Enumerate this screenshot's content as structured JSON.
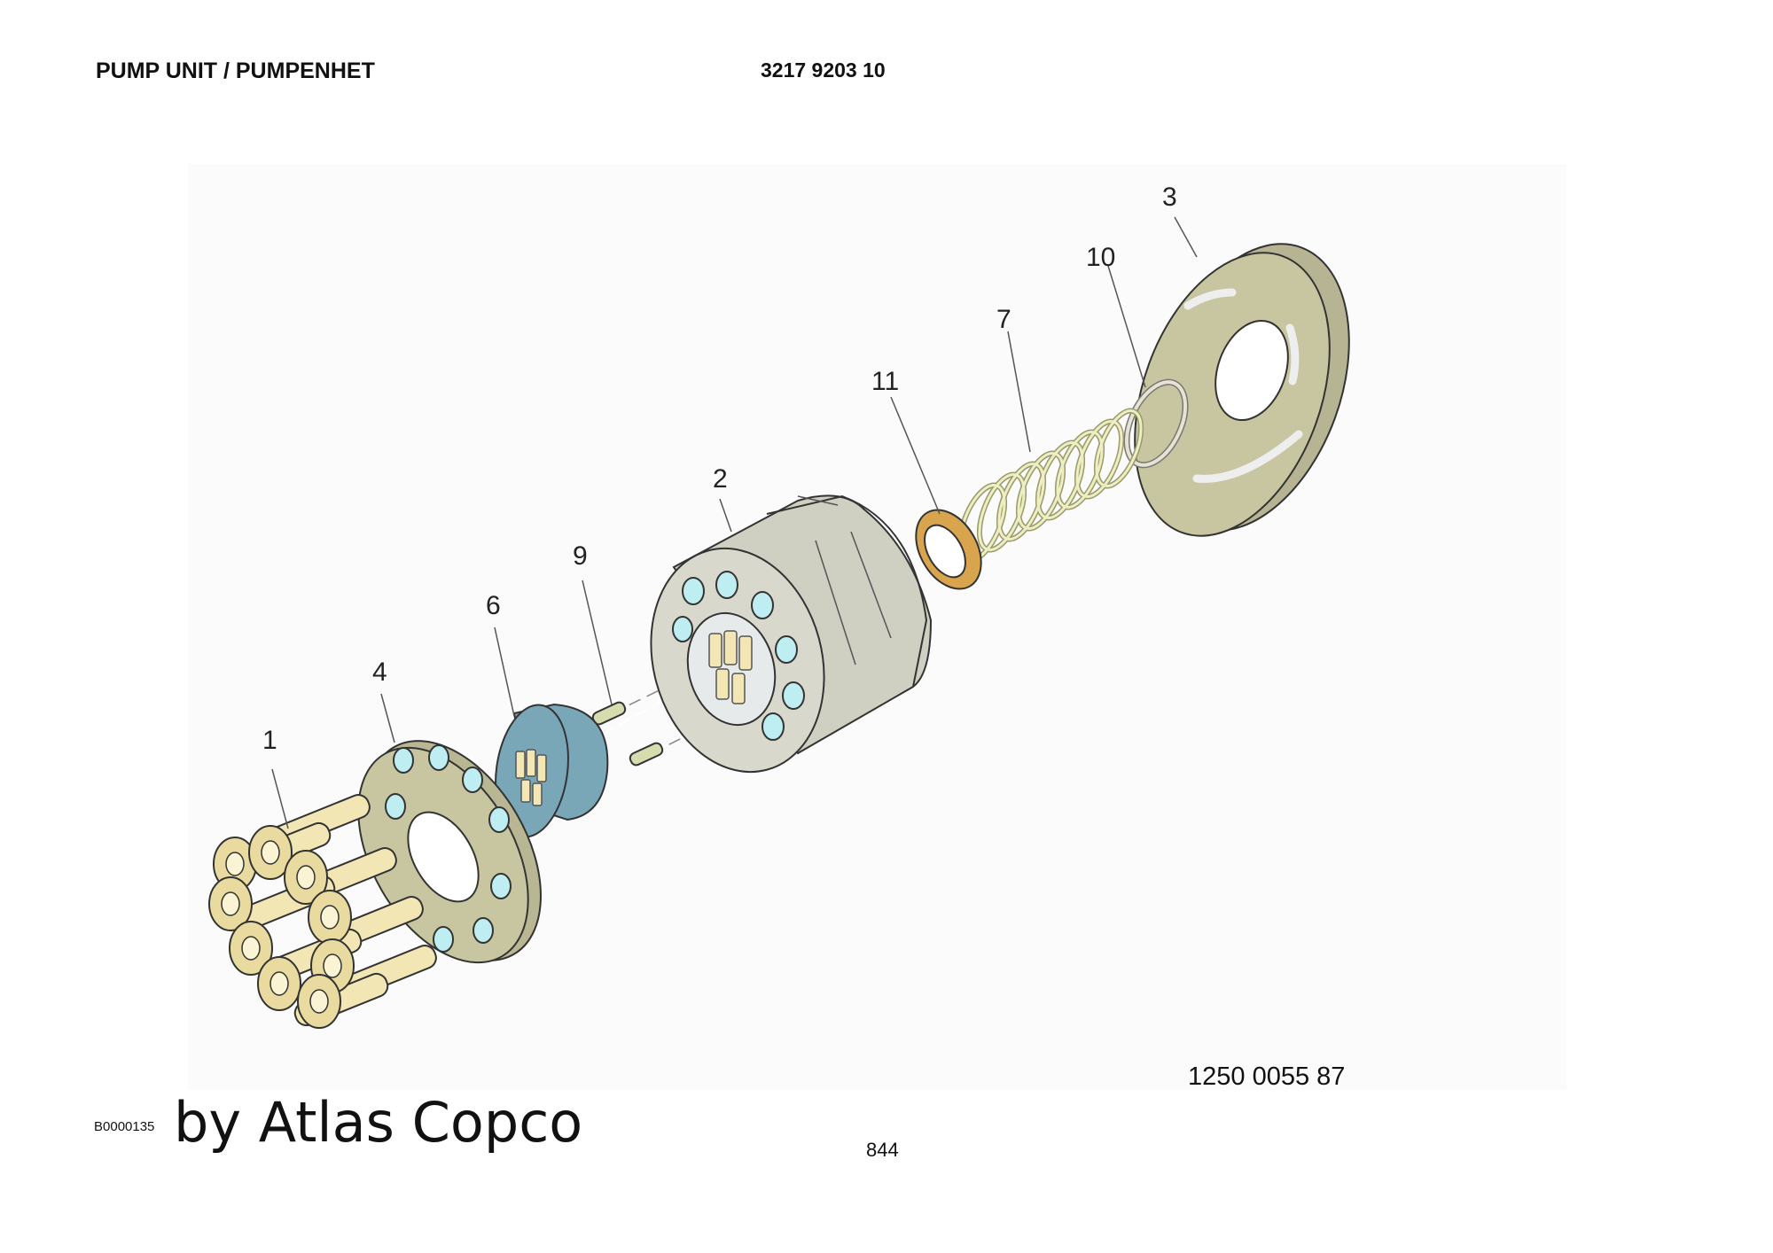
{
  "header": {
    "title": "PUMP UNIT / PUMPENHET",
    "part_number": "3217 9203 10"
  },
  "illustration": {
    "reference_number": "1250 0055 87",
    "callouts": [
      "1",
      "4",
      "6",
      "9",
      "2",
      "11",
      "7",
      "10",
      "3"
    ]
  },
  "footer": {
    "doc_code": "B0000135",
    "brand": "by Atlas Copco",
    "page_number": "844"
  },
  "colors": {
    "piston_fill": "#f1e6b4",
    "plate_fill": "#c8c6a0",
    "hole_fill": "#bfeef2",
    "shoe_plate_fill": "#7aa7b8",
    "block_fill": "#d9d8cc",
    "washer_fill": "#d9a44e",
    "spring_stroke": "#d8d8a0",
    "background_panel": "#fbfbfb"
  }
}
